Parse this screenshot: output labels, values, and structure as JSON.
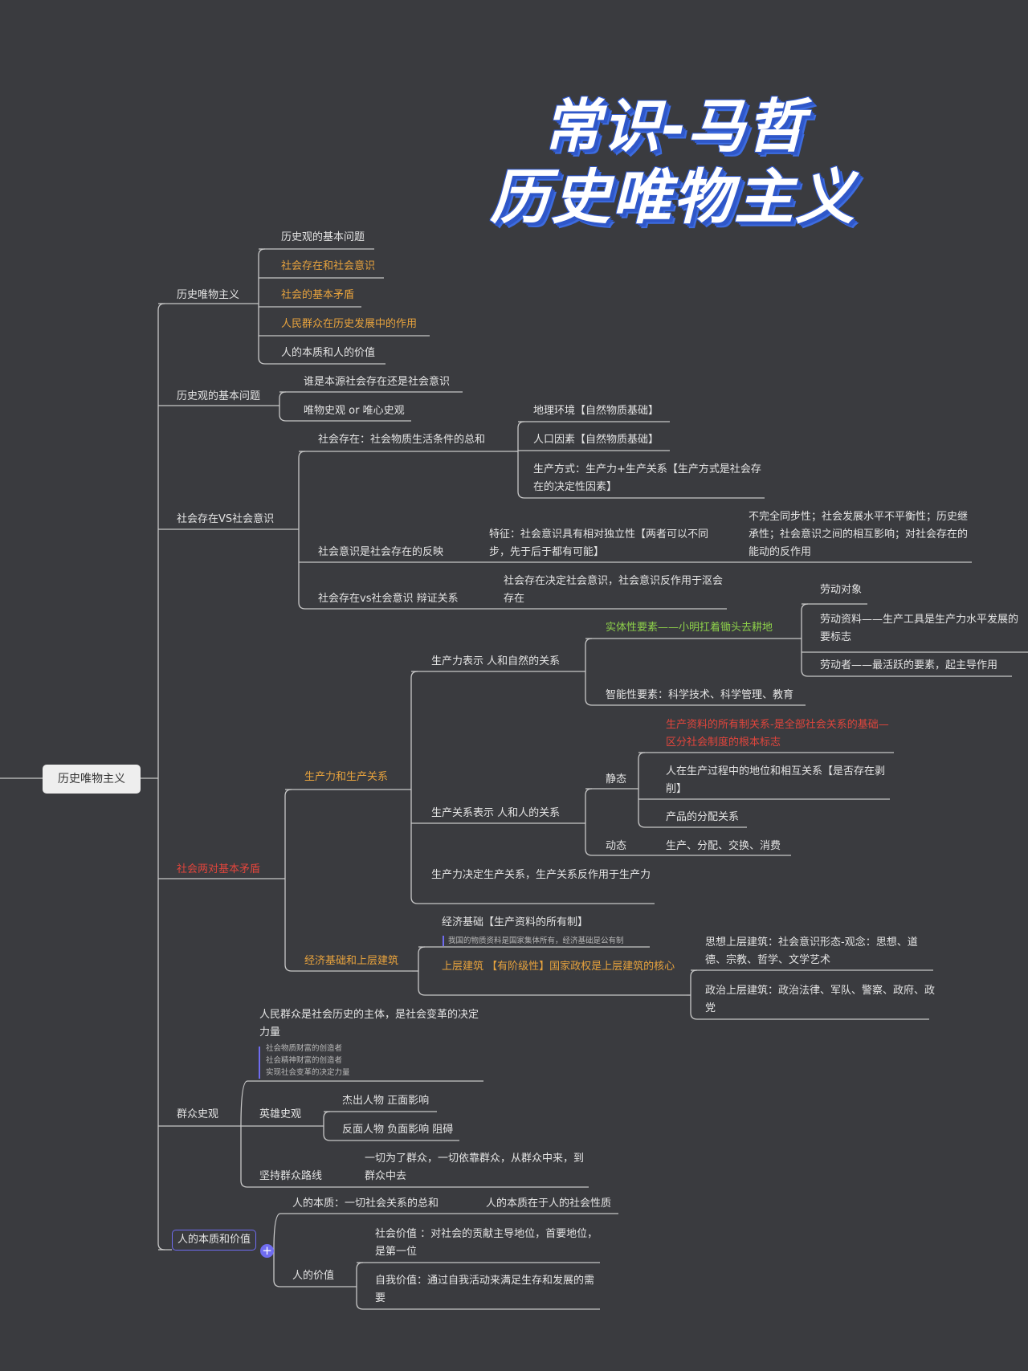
{
  "title": {
    "line1": "常识-马哲",
    "line2": "历史唯物主义"
  },
  "root": "历史唯物主义",
  "b1": {
    "label": "历史唯物主义",
    "items": [
      "历史观的基本问题",
      "社会存在和社会意识",
      "社会的基本矛盾",
      "人民群众在历史发展中的作用",
      "人的本质和人的价值"
    ]
  },
  "b2": {
    "label": "历史观的基本问题",
    "items": [
      "谁是本源社会存在还是社会意识",
      "唯物史观 or 唯心史观"
    ]
  },
  "b3": {
    "label": "社会存在VS社会意识",
    "s1": "社会存在：社会物质生活条件的总和",
    "s1_items": [
      "地理环境【自然物质基础】",
      "人口因素【自然物质基础】",
      "生产方式：生产力+生产关系【生产方式是社会存在的决定性因素】"
    ],
    "s2": "社会意识是社会存在的反映",
    "s2_feature": "特征：社会意识具有相对独立性【两者可以不同步，先于后于都有可能】",
    "s2_detail": "不完全同步性；社会发展水平不平衡性；历史继承性；社会意识之间的相互影响；对社会存在的能动的反作用",
    "s3": "社会存在vs社会意识 辩证关系",
    "s3_detail": "社会存在决定社会意识，社会意识反作用于沤会存在"
  },
  "b4": {
    "label": "社会两对基本矛盾",
    "p": "生产力和生产关系",
    "pf": "生产力表示 人和自然的关系",
    "entity": "实体性要素——小明扛着锄头去耕地",
    "entity_items": [
      "劳动对象",
      "劳动资料——生产工具是生产力水平发展的要标志",
      "劳动者——最活跃的要素，起主导作用"
    ],
    "intel": "智能性要素：科学技术、科学管理、教育",
    "pr": "生产关系表示 人和人的关系",
    "static": "静态",
    "static_items": [
      "生产资料的所有制关系-是全部社会关系的基础—区分社会制度的根本标志",
      "人在生产过程中的地位和相互关系【是否存在剥削】",
      "产品的分配关系"
    ],
    "dynamic": "动态",
    "dynamic_item": "生产、分配、交换、消费",
    "decide": "生产力决定生产关系，生产关系反作用于生产力",
    "e": "经济基础和上层建筑",
    "eb": "经济基础【生产资料的所有制】",
    "eb_note": "我国的物质资料是国家集体所有，经济基础是公有制",
    "sup": "上层建筑 【有阶级性】国家政权是上层建筑的核心",
    "sup_items": [
      "思想上层建筑：社会意识形态-观念：思想、道德、宗教、哲学、文学艺术",
      "政治上层建筑：政治法律、军队、警察、政府、政党"
    ]
  },
  "b5": {
    "label": "群众史观",
    "main": "人民群众是社会历史的主体，是社会变革的决定力量",
    "notes": [
      "社会物质财富的创造者",
      "社会精神财富的创造者",
      "实现社会变革的决定力量"
    ],
    "hero": "英雄史观",
    "hero_items": [
      "杰出人物 正面影响",
      "反面人物 负面影响 阻碍"
    ],
    "line": "坚持群众路线",
    "line_detail": "一切为了群众，一切依靠群众，从群众中来，到群众中去"
  },
  "b6": {
    "label": "人的本质和价值",
    "essence": "人的本质：一切社会关系的总和",
    "essence_detail": "人的本质在于人的社会性质",
    "value": "人的价值",
    "value_items": [
      "社会价值 ：对社会的贡献主导地位，首要地位，是第一位",
      "自我价值：通过自我活动来满足生存和发展的需要"
    ],
    "plus": "+"
  },
  "colors": {
    "background": "#3a3b3f",
    "line": "#c8c8c8",
    "orange": "#e8a33d",
    "red": "#e0453c",
    "green": "#8ed14a",
    "accent": "#6f6cf0"
  }
}
